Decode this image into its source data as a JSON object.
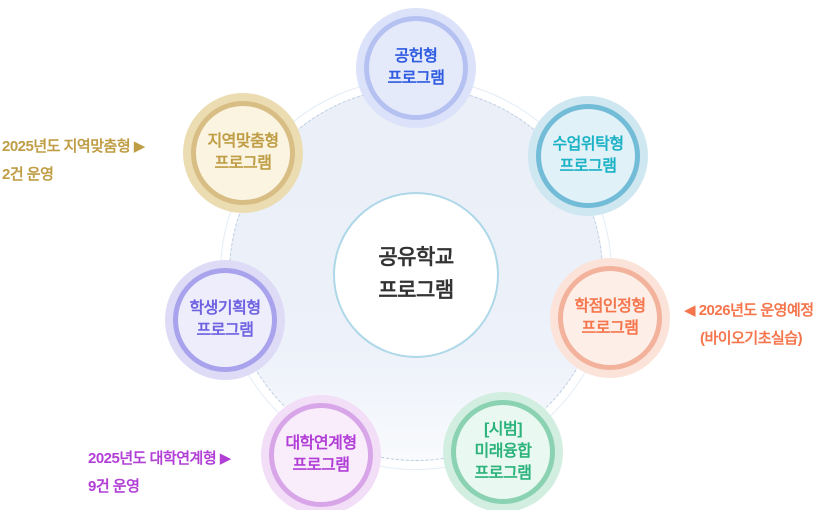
{
  "diagram": {
    "center": {
      "label": "공유학교\n프로그램"
    },
    "satellites": [
      {
        "name": "contribution",
        "label": "공헌형\n프로그램",
        "colors": {
          "halo": "#dce2f9",
          "ring": "#b5c2f1",
          "fill": "#e5eafb",
          "text": "#2f5ce0"
        }
      },
      {
        "name": "class-consignment",
        "label": "수업위탁형\n프로그램",
        "colors": {
          "halo": "#cfe7f1",
          "ring": "#72bcd8",
          "fill": "#e1f1f8",
          "text": "#1bb2c6"
        }
      },
      {
        "name": "credit-recognition",
        "label": "학점인정형\n프로그램",
        "colors": {
          "halo": "#fbe3da",
          "ring": "#f2b29b",
          "fill": "#fdeee7",
          "text": "#f5764d"
        }
      },
      {
        "name": "future-convergence",
        "label": "[시범]\n미래융합\n프로그램",
        "colors": {
          "halo": "#d2eee1",
          "ring": "#8ad2b2",
          "fill": "#e9f8f1",
          "text": "#2bb37b"
        }
      },
      {
        "name": "university-linked",
        "label": "대학연계형\n프로그램",
        "colors": {
          "halo": "#f2def7",
          "ring": "#d8a6e8",
          "fill": "#f9edfc",
          "text": "#b13fd6"
        }
      },
      {
        "name": "student-planned",
        "label": "학생기획형\n프로그램",
        "colors": {
          "halo": "#dddbf6",
          "ring": "#a8a3ec",
          "fill": "#eeedfb",
          "text": "#6e62e2"
        }
      },
      {
        "name": "region-customized",
        "label": "지역맞춤형\n프로그램",
        "colors": {
          "halo": "#ebdcb2",
          "ring": "#d8bd85",
          "fill": "#fbf4e1",
          "text": "#bf9d45"
        }
      }
    ],
    "annotations": [
      {
        "name": "region-customized-note",
        "line1": "2025년도 지역맞춤형 ▶",
        "line2": "2건 운영",
        "colors": {
          "text": "#bf9d45"
        }
      },
      {
        "name": "credit-recognition-note",
        "line1": "◀ 2026년도 운영예정",
        "line2": "(바이오기초실습)",
        "colors": {
          "text": "#f5764d"
        }
      },
      {
        "name": "university-linked-note",
        "line1": "2025년도 대학연계형 ▶",
        "line2": "9건 운영",
        "colors": {
          "text": "#b13fd6"
        }
      }
    ]
  }
}
